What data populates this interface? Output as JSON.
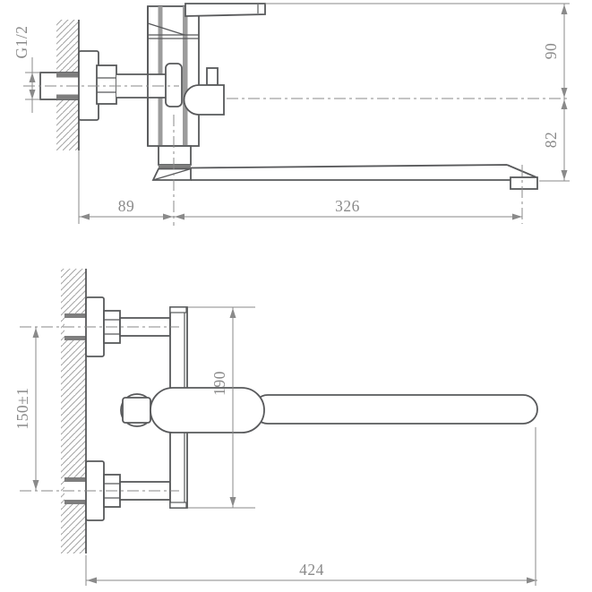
{
  "colors": {
    "background": "#ffffff",
    "outline": "#58595b",
    "dimension": "#8a8a8a",
    "hatch": "#a6a6a6",
    "fill_dark": "#7e7e7e"
  },
  "side_view": {
    "dims": {
      "inlet_thread": "G1/2",
      "handle_to_spout_axis": "90",
      "spout_axis_to_outlet_drop": "82",
      "wall_to_body_axis": "89",
      "body_axis_to_outlet": "326"
    }
  },
  "front_view": {
    "dims": {
      "inlet_spacing": "150±1",
      "body_height": "190",
      "overall_reach": "424"
    }
  }
}
